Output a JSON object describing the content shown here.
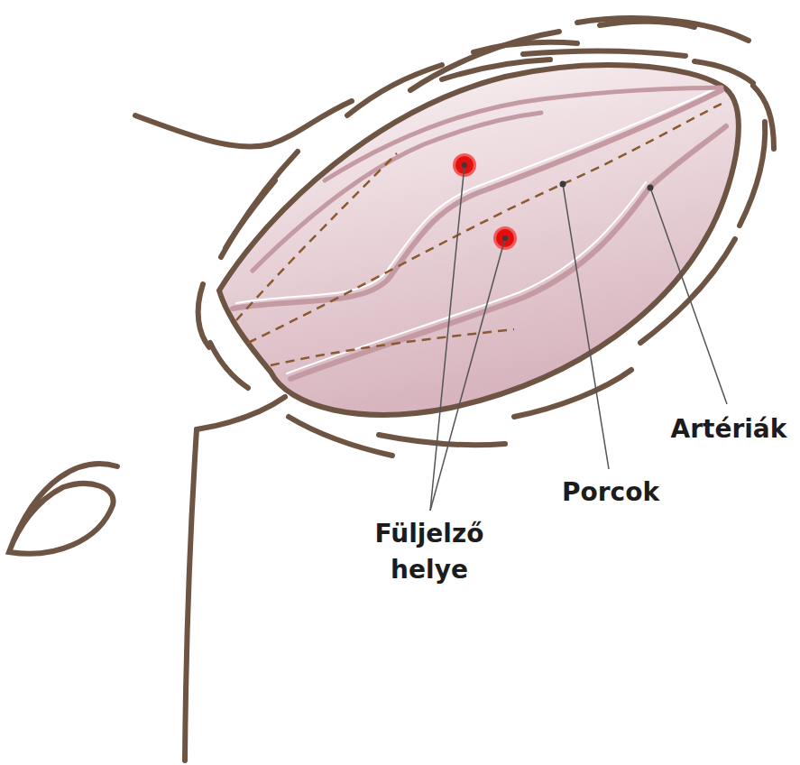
{
  "diagram": {
    "labels": [
      "Füljelző helye",
      "Porcok",
      "Artériák"
    ]
  }
}
